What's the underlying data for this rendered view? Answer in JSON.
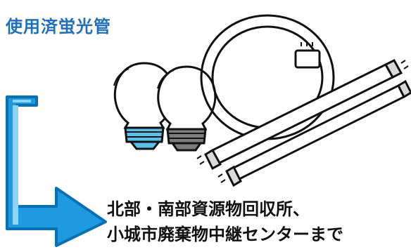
{
  "title": "使用済蛍光管",
  "destination": {
    "line1": "北部・南部資源物回収所、",
    "line2": "小城市廃棄物中継センターまで"
  },
  "icons": {
    "arrow": "arrow-down-right-icon",
    "bulb_blue": "light-bulb-icon",
    "bulb_gray": "light-bulb-icon",
    "circular_tube": "circular-fluorescent-tube-icon",
    "straight_tube_1": "straight-fluorescent-tube-icon",
    "straight_tube_2": "straight-fluorescent-tube-icon"
  },
  "colors": {
    "title": "#1f6fbf",
    "arrow_fill": "#1e9be0",
    "arrow_stroke": "#0b6fb5",
    "bulb_base_blue": "#57c2e8",
    "bulb_base_gray": "#7d7d7d"
  }
}
